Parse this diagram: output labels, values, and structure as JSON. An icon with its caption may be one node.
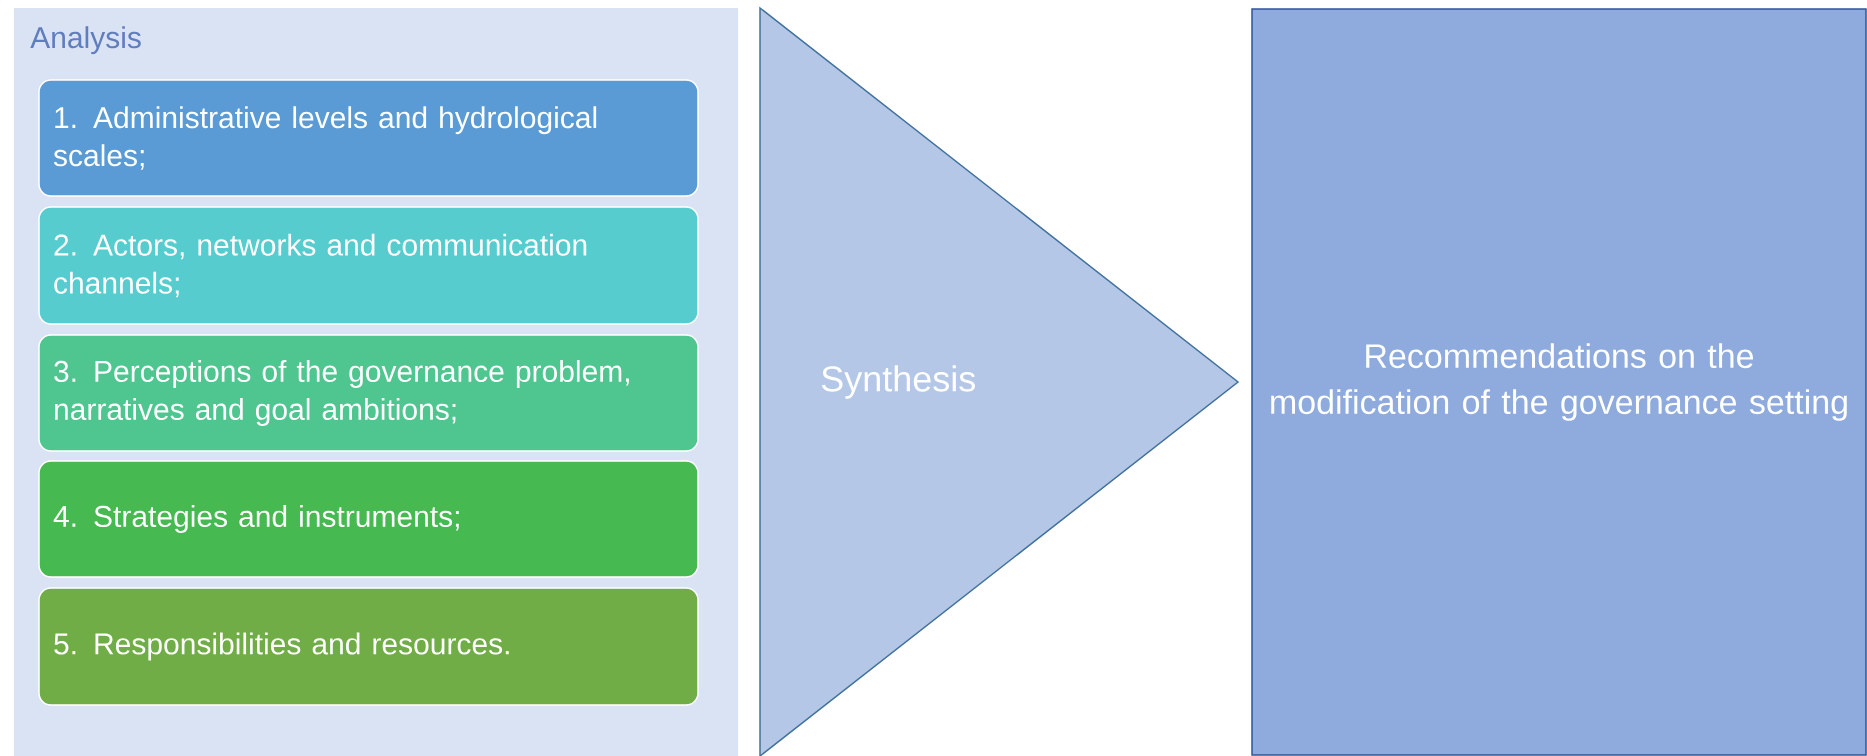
{
  "diagram": {
    "nodes": [
      {
        "text": [
          "Analysis"
        ]
      },
      {
        "text": [
          "1. Administrative levels and hydrological scales;"
        ],
        "in": 0
      },
      {
        "text": [
          "2. Actors, networks and communication channels;"
        ],
        "in": 0
      },
      {
        "text": [
          "3. Perceptions of the governance problem, narratives and goal ambitions;"
        ],
        "in": 0
      },
      {
        "text": [
          "4. Strategies and instruments;"
        ],
        "in": 0
      },
      {
        "text": [
          "5. Responsibilities and resources."
        ],
        "in": 0
      },
      {
        "text": [
          "Synthesis"
        ]
      },
      {
        "text": [
          "Recommendations on the modification of the governance setting"
        ]
      }
    ]
  }
}
